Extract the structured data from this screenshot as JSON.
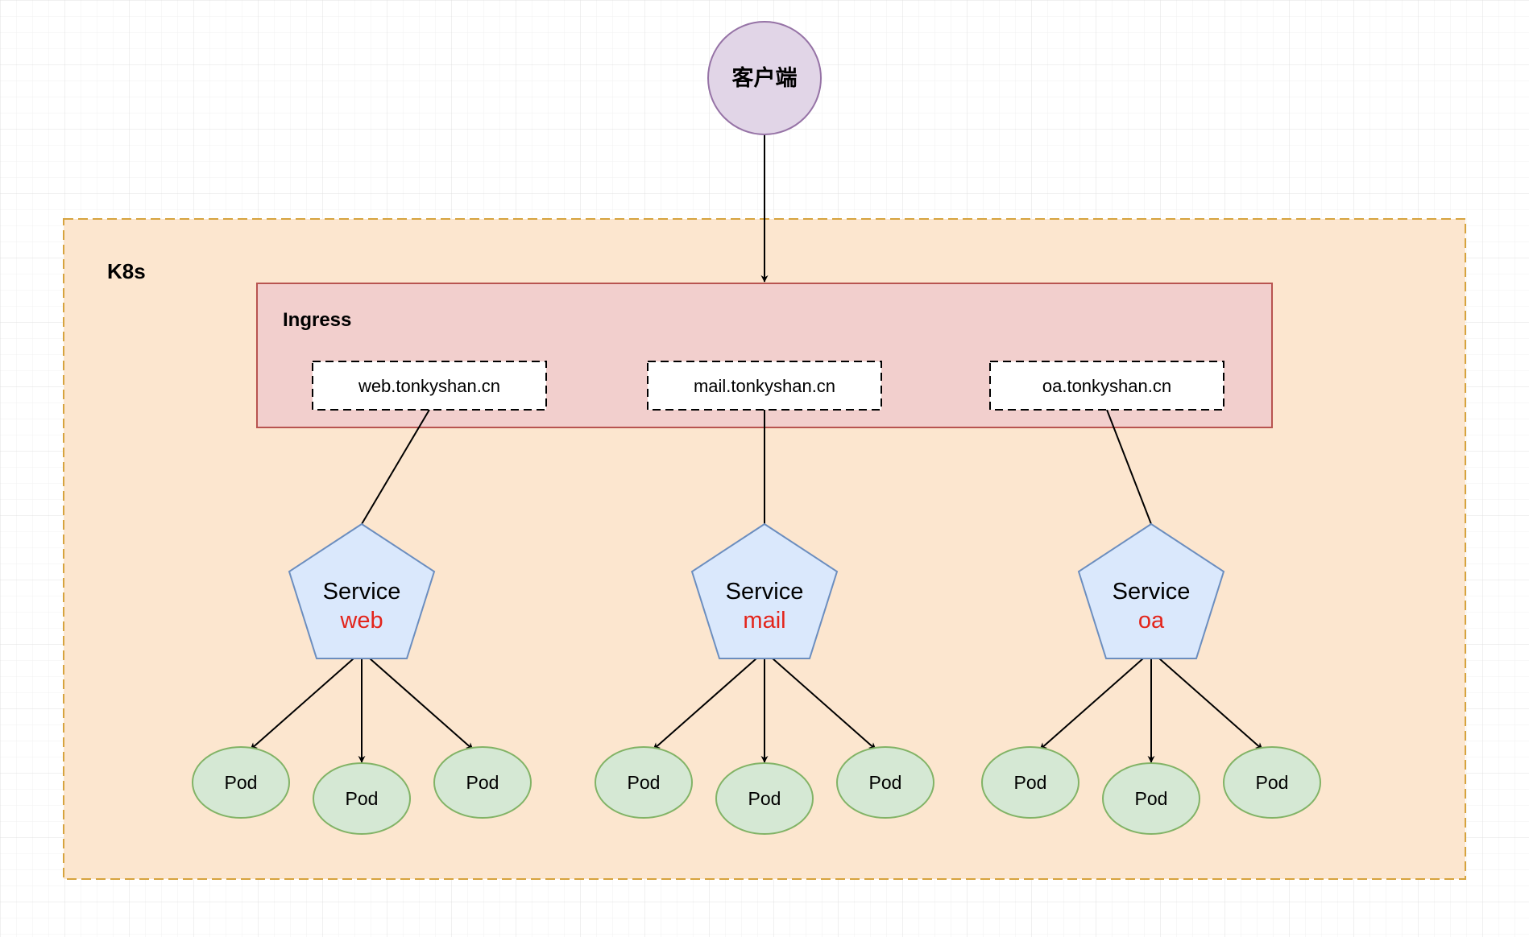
{
  "colors": {
    "grid_minor": "#f0f0f0",
    "grid_major": "#e0e0e0",
    "client_fill": "#e1d5e7",
    "client_stroke": "#9673a6",
    "k8s_fill": "#fce6cf",
    "k8s_stroke": "#d6a33e",
    "ingress_fill": "#f2cfcd",
    "ingress_stroke": "#b85450",
    "host_fill": "#ffffff",
    "service_fill": "#dae8fc",
    "service_stroke": "#6c8ebf",
    "service_accent": "#e3241b",
    "pod_fill": "#d5e8d4",
    "pod_stroke": "#82b366",
    "edge": "#000000",
    "text": "#000000"
  },
  "client": {
    "label": "客户端"
  },
  "k8s": {
    "label": "K8s"
  },
  "ingress": {
    "label": "Ingress",
    "hosts": [
      "web.tonkyshan.cn",
      "mail.tonkyshan.cn",
      "oa.tonkyshan.cn"
    ]
  },
  "services": [
    {
      "title": "Service",
      "name": "web",
      "pods": [
        "Pod",
        "Pod",
        "Pod"
      ]
    },
    {
      "title": "Service",
      "name": "mail",
      "pods": [
        "Pod",
        "Pod",
        "Pod"
      ]
    },
    {
      "title": "Service",
      "name": "oa",
      "pods": [
        "Pod",
        "Pod",
        "Pod"
      ]
    }
  ]
}
